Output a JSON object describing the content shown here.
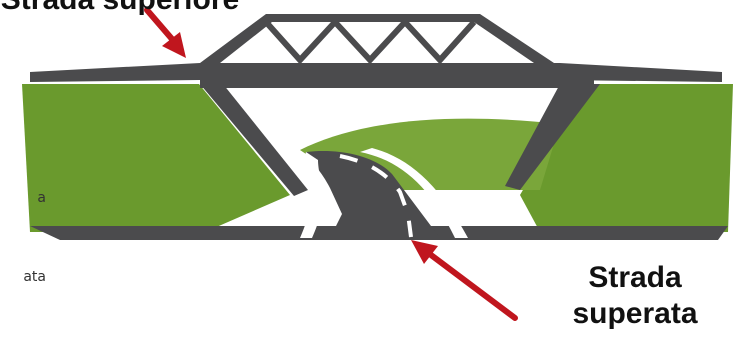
{
  "labels": {
    "top_label": "Strada superiore",
    "strada": "Strada",
    "superata": "superata"
  },
  "side_text": [
    "a",
    "ata"
  ],
  "colors": {
    "bridge": "#4b4b4d",
    "grass": "#6a9a2d",
    "road": "#4b4b4d",
    "arrow": "#c0161e",
    "road_marking": "#ffffff"
  }
}
